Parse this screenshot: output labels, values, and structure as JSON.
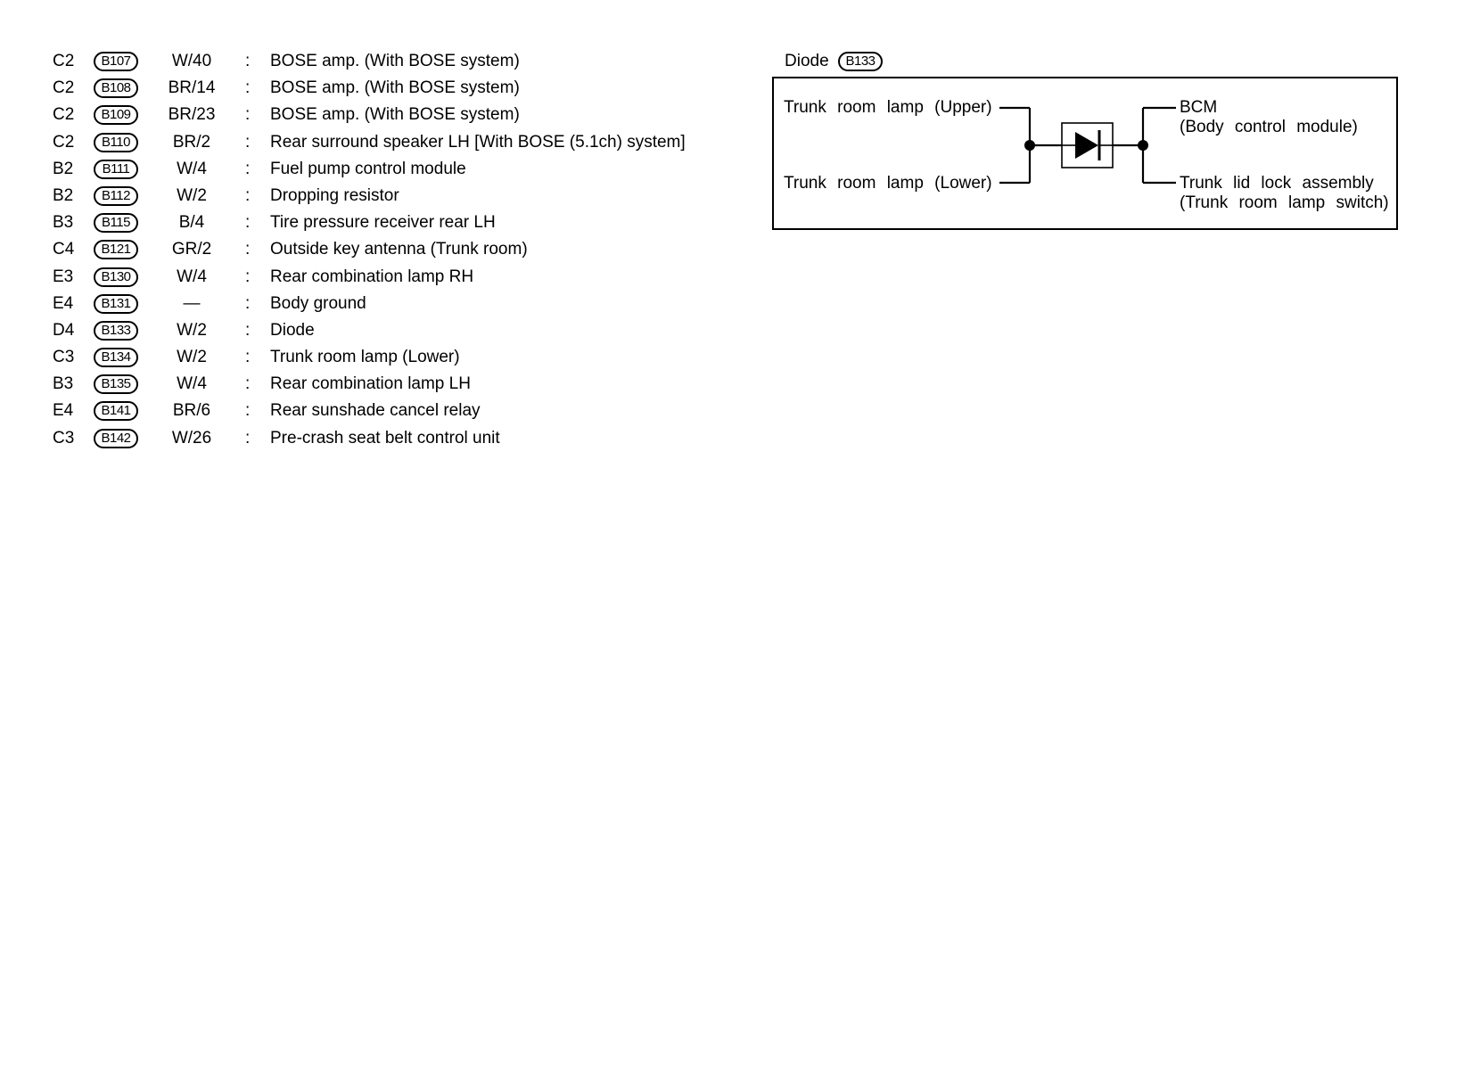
{
  "connectors": [
    {
      "grid": "C2",
      "id": "B107",
      "color": "W/40",
      "sep": ":",
      "desc": "BOSE amp. (With BOSE system)"
    },
    {
      "grid": "C2",
      "id": "B108",
      "color": "BR/14",
      "sep": ":",
      "desc": "BOSE amp. (With BOSE system)"
    },
    {
      "grid": "C2",
      "id": "B109",
      "color": "BR/23",
      "sep": ":",
      "desc": "BOSE amp. (With BOSE system)"
    },
    {
      "grid": "C2",
      "id": "B110",
      "color": "BR/2",
      "sep": ":",
      "desc": "Rear surround speaker LH [With BOSE (5.1ch) system]"
    },
    {
      "grid": "B2",
      "id": "B111",
      "color": "W/4",
      "sep": ":",
      "desc": "Fuel pump control module"
    },
    {
      "grid": "B2",
      "id": "B112",
      "color": "W/2",
      "sep": ":",
      "desc": "Dropping resistor"
    },
    {
      "grid": "B3",
      "id": "B115",
      "color": "B/4",
      "sep": ":",
      "desc": "Tire pressure receiver rear LH"
    },
    {
      "grid": "C4",
      "id": "B121",
      "color": "GR/2",
      "sep": ":",
      "desc": "Outside key antenna (Trunk room)"
    },
    {
      "grid": "E3",
      "id": "B130",
      "color": "W/4",
      "sep": ":",
      "desc": "Rear combination lamp RH"
    },
    {
      "grid": "E4",
      "id": "B131",
      "color": "—",
      "sep": ":",
      "desc": "Body ground"
    },
    {
      "grid": "D4",
      "id": "B133",
      "color": "W/2",
      "sep": ":",
      "desc": "Diode"
    },
    {
      "grid": "C3",
      "id": "B134",
      "color": "W/2",
      "sep": ":",
      "desc": "Trunk room lamp (Lower)"
    },
    {
      "grid": "B3",
      "id": "B135",
      "color": "W/4",
      "sep": ":",
      "desc": "Rear combination lamp LH"
    },
    {
      "grid": "E4",
      "id": "B141",
      "color": "BR/6",
      "sep": ":",
      "desc": "Rear sunshade cancel relay"
    },
    {
      "grid": "C3",
      "id": "B142",
      "color": "W/26",
      "sep": ":",
      "desc": "Pre-crash seat belt control unit"
    }
  ],
  "diode_diagram": {
    "title": "Diode",
    "connector": "B133",
    "left_upper": "Trunk room lamp (Upper)",
    "left_lower": "Trunk room lamp (Lower)",
    "right_upper_line1": "BCM",
    "right_upper_line2": "(Body control module)",
    "right_lower_line1": "Trunk lid lock assembly",
    "right_lower_line2": "(Trunk room lamp switch)"
  }
}
